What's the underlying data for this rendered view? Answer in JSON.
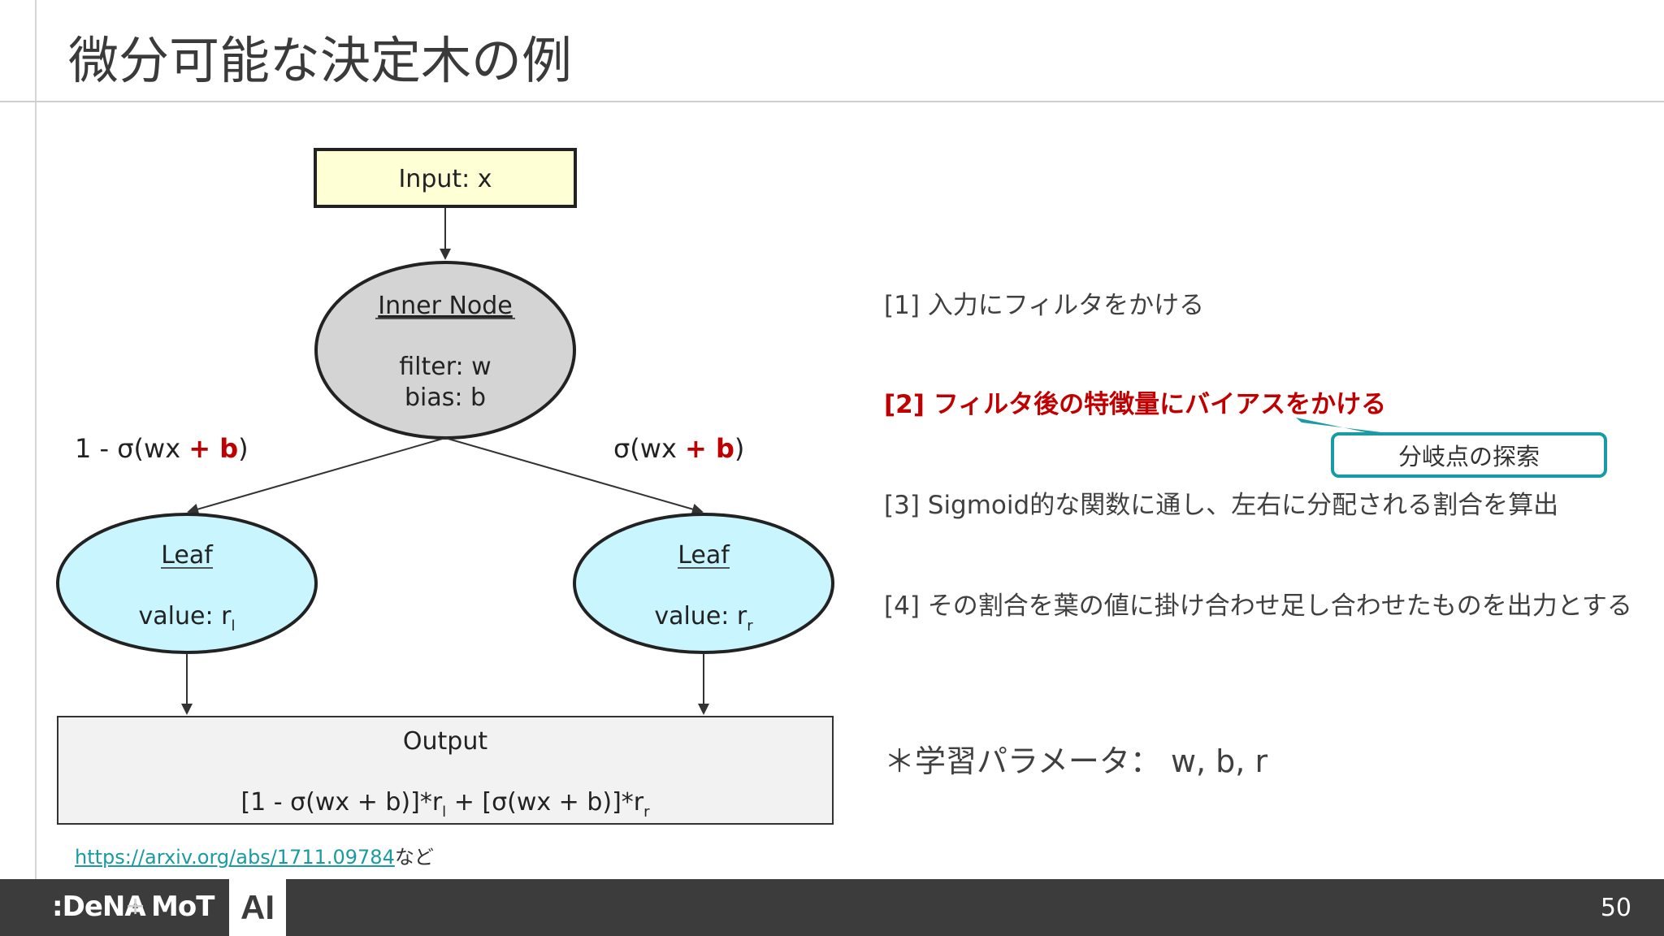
{
  "slide": {
    "title": "微分可能な決定木の例",
    "page_number": "50"
  },
  "diagram": {
    "input_label": "Input: x",
    "inner_node": {
      "title": "Inner Node",
      "filter": "filter: w",
      "bias": "bias: b"
    },
    "left_edge": {
      "prefix": "1 - σ(wx ",
      "plus_b": "+ b",
      "suffix": ")"
    },
    "right_edge": {
      "prefix": "σ(wx ",
      "plus_b": "+ b",
      "suffix": ")"
    },
    "left_leaf": {
      "title": "Leaf",
      "value": "value: r",
      "sub": "l"
    },
    "right_leaf": {
      "title": "Leaf",
      "value": "value: r",
      "sub": "r"
    },
    "output": {
      "title": "Output",
      "formula_a": "[1 - σ(wx + b)]*r",
      "sub_a": "l",
      "formula_b": " + [σ(wx + b)]*r",
      "sub_b": "r"
    },
    "colors": {
      "input_fill": "#ffffd6",
      "inner_fill": "#d4d4d4",
      "leaf_fill": "#c9f5ff",
      "output_fill": "#f2f2f2",
      "highlight": "#c00000"
    }
  },
  "steps": [
    "[1] 入力にフィルタをかける",
    "[2] フィルタ後の特徴量にバイアスをかける",
    "[3] Sigmoid的な関数に通し、左右に分配される割合を算出",
    "[4] その割合を葉の値に掛け合わせ足し合わせたものを出力とする"
  ],
  "callout": "分岐点の探索",
  "params": "＊学習パラメータ：  w, b, r",
  "reference": {
    "url": "https://arxiv.org/abs/1711.09784",
    "suffix": "など"
  },
  "footer": {
    "logo_left": ":DeNA",
    "plus": "+",
    "logo_mot": "MoT",
    "logo_ai": "AI"
  }
}
